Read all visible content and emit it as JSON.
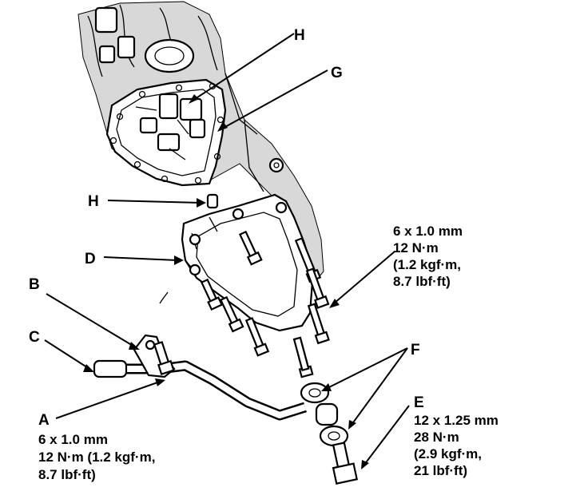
{
  "callouts": {
    "H_top": "H",
    "G": "G",
    "H_left": "H",
    "D": "D",
    "B": "B",
    "C": "C",
    "A": "A",
    "F": "F",
    "E": "E"
  },
  "specs": {
    "bolt_d": [
      "6 x 1.0 mm",
      "12 N·m",
      "(1.2 kgf·m,",
      "8.7 lbf·ft)"
    ],
    "bolt_a": [
      "6 x 1.0 mm",
      "12 N·m (1.2 kgf·m,",
      "8.7 lbf·ft)"
    ],
    "bolt_e": [
      "12 x 1.25 mm",
      "28 N·m",
      "(2.9 kgf·m,",
      "21 lbf·ft)"
    ]
  }
}
